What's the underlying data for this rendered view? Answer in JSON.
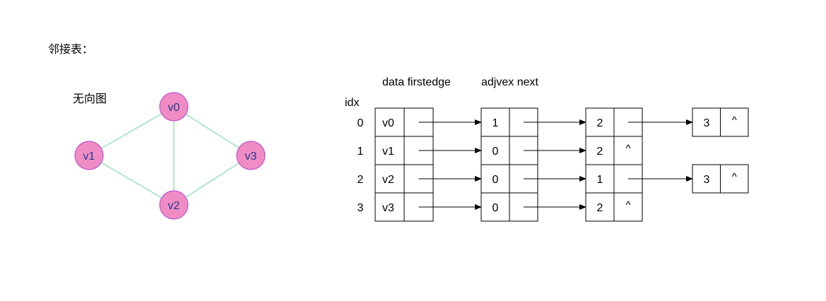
{
  "title": "邻接表：",
  "graph": {
    "label": "无向图",
    "vertices": [
      "v0",
      "v1",
      "v2",
      "v3"
    ],
    "edges": [
      [
        "v0",
        "v1"
      ],
      [
        "v0",
        "v2"
      ],
      [
        "v0",
        "v3"
      ],
      [
        "v1",
        "v2"
      ],
      [
        "v2",
        "v3"
      ]
    ]
  },
  "table": {
    "idx_header": "idx",
    "vertex_header": "data firstedge",
    "edge_header": "adjvex next",
    "rows": [
      {
        "idx": "0",
        "data": "v0",
        "adj": [
          "1",
          "2",
          "3"
        ]
      },
      {
        "idx": "1",
        "data": "v1",
        "adj": [
          "0",
          "2"
        ]
      },
      {
        "idx": "2",
        "data": "v2",
        "adj": [
          "0",
          "1",
          "3"
        ]
      },
      {
        "idx": "3",
        "data": "v3",
        "adj": [
          "0",
          "2"
        ]
      }
    ],
    "null_symbol": "^"
  },
  "colors": {
    "node_fill": "#F08CC4",
    "node_stroke": "#B23FD6",
    "edge": "#7FE0A8",
    "node_text": "#1f3a8a"
  }
}
